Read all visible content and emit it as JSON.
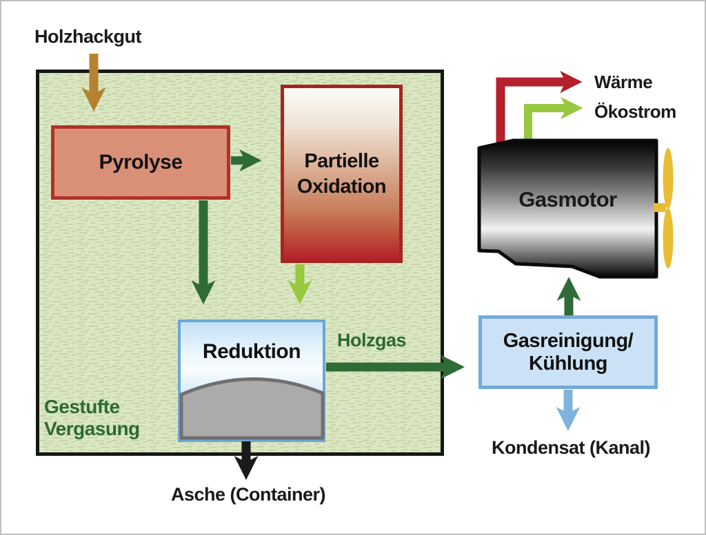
{
  "figure": {
    "type": "process-flow-diagram",
    "language": "de",
    "group": {
      "label_line1": "Gestufte",
      "label_line2": "Vergasung"
    },
    "nodes": {
      "pyrolyse": "Pyrolyse",
      "oxidation_line1": "Partielle",
      "oxidation_line2": "Oxidation",
      "reduktion": "Reduktion",
      "gasmotor": "Gasmotor",
      "gasreinigung_line1": "Gasreinigung/",
      "gasreinigung_line2": "Kühlung"
    },
    "flows": {
      "input": "Holzhackgut",
      "holzgas": "Holzgas",
      "waerme": "Wärme",
      "oekostrom": "Ökostrom",
      "kondensat": "Kondensat (Kanal)",
      "asche": "Asche (Container)"
    },
    "palette": {
      "frame_border": "#bdbdbd",
      "group_fill": "#dbe7c4",
      "group_texture": "#c3d4a2",
      "group_border": "#161616",
      "pyrolyse_fill": "#da9077",
      "pyrolyse_border": "#b23127",
      "oxidation_border": "#a82420",
      "oxidation_gradient_top": "#fcfbf9",
      "oxidation_gradient_bottom": "#b5202c",
      "reduktion_border": "#6ca6d8",
      "reduktion_fill_top": "#c3e2f6",
      "reduktion_fill_bottom": "#8fc4e8",
      "dome_fill": "#ababab",
      "dome_border": "#707070",
      "gasreinigung_fill": "#cbe2f6",
      "gasreinigung_border": "#74aad6",
      "engine_dark": "#050505",
      "engine_light": "#f2f2f2",
      "propeller_yellow": "#e9bd33",
      "arrow_brown": "#b5822f",
      "arrow_dark_green": "#2f6b36",
      "arrow_light_green": "#97c83e",
      "arrow_red": "#b6202c",
      "arrow_blue": "#7fb3de",
      "arrow_black": "#1a1a1a",
      "label_green": "#2d6a32",
      "label_black": "#1a1a1a"
    }
  }
}
